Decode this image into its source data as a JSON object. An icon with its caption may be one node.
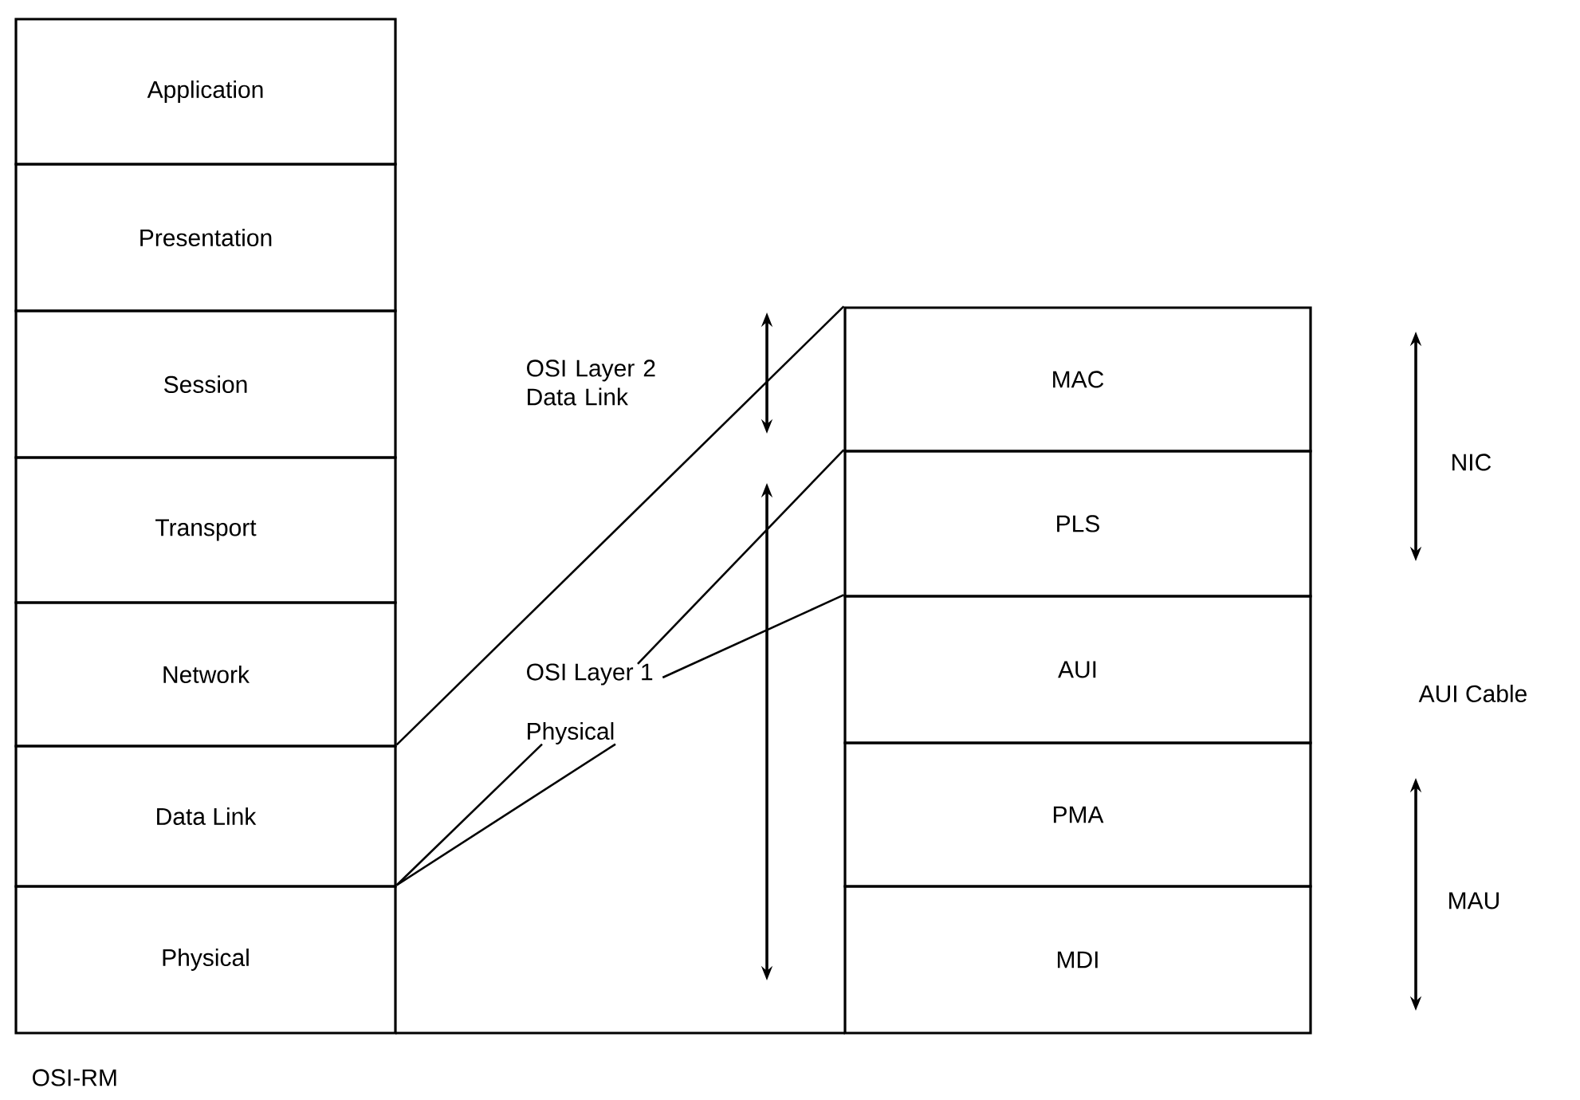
{
  "diagram": {
    "nodes": [
      {
        "text": [
          "Application"
        ]
      },
      {
        "text": [
          "Presentation"
        ]
      },
      {
        "text": [
          "Session"
        ]
      },
      {
        "text": [
          "Transport"
        ]
      },
      {
        "text": [
          "Network"
        ]
      },
      {
        "text": [
          "Data Link"
        ]
      },
      {
        "text": [
          "Physical"
        ]
      },
      {
        "text": [
          "MAC"
        ]
      },
      {
        "text": [
          "PLS"
        ]
      },
      {
        "text": [
          "AUI"
        ]
      },
      {
        "text": [
          "PMA"
        ]
      },
      {
        "text": [
          "MDI"
        ]
      },
      {
        "text": [
          "OSI Layer 1"
        ]
      },
      {
        "text": [
          "Physical"
        ]
      }
    ],
    "edges": [
      {
        "from": 5,
        "to": 7,
        "arrow": "none"
      },
      {
        "from": 12,
        "to": 8,
        "arrow": "none"
      },
      {
        "from": 12,
        "to": 9,
        "arrow": "none"
      },
      {
        "from": 13,
        "to": 6,
        "arrow": "none"
      },
      {
        "from": 13,
        "to": 6,
        "arrow": "none"
      }
    ],
    "labels": [
      "OSI Layer 2 Data Link",
      "NIC",
      "AUI Cable",
      "MAU",
      "OSI-RM"
    ]
  }
}
